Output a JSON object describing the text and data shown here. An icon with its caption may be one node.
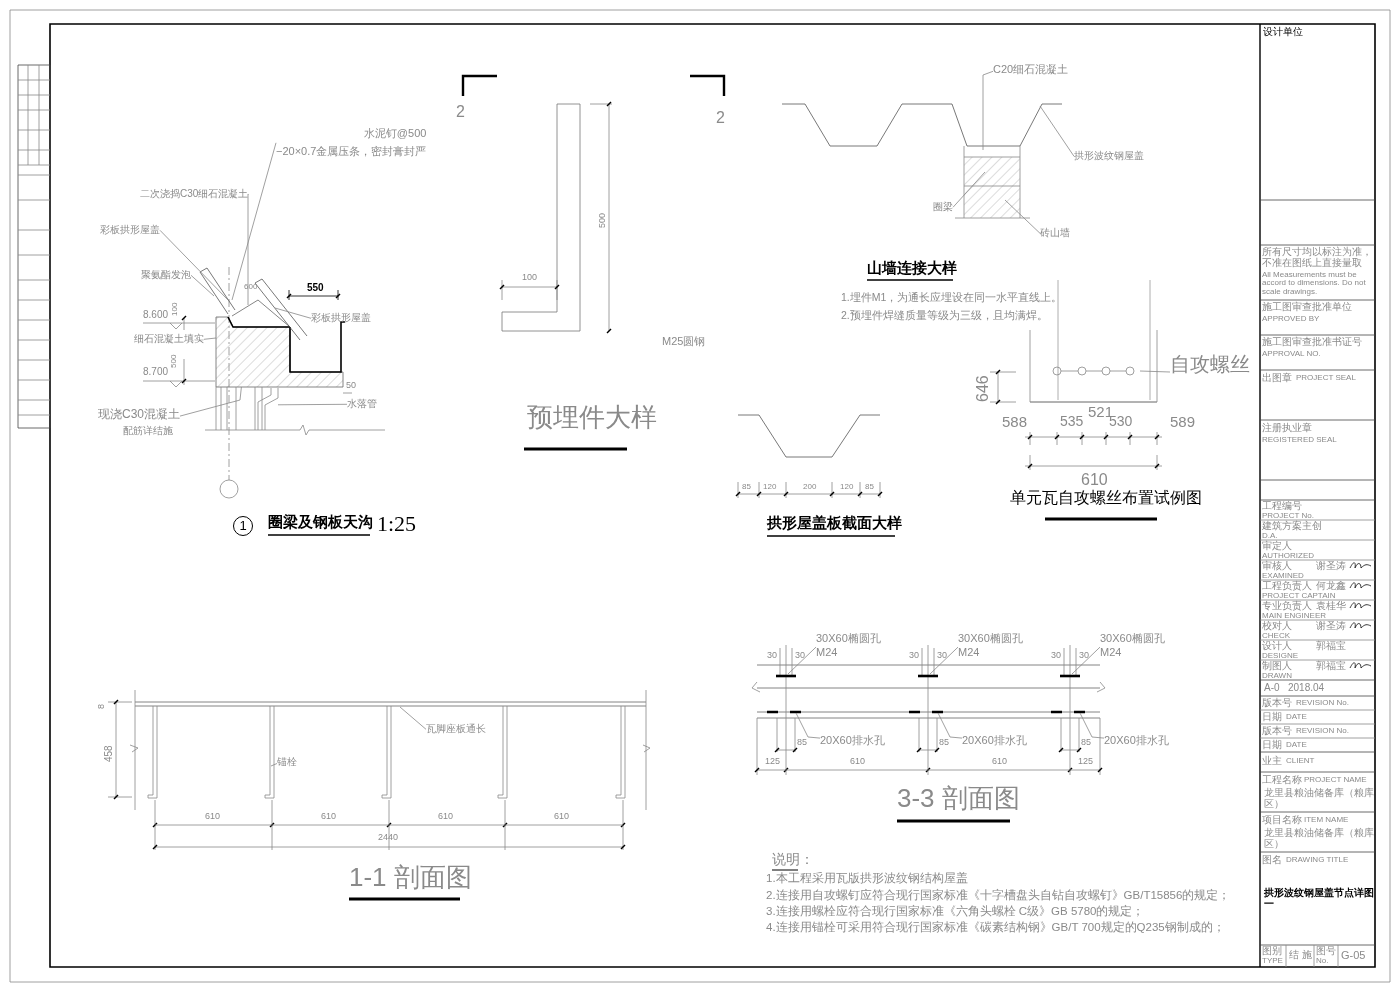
{
  "diagram": {
    "nodes": [
      {
        "text": [
          "水泥钉@500",
          "−20×0.7金属压条，密封膏封严"
        ]
      },
      {
        "text": [
          "二次浇捣C30细石混凝土"
        ]
      },
      {
        "text": [
          "彩板拱形屋盖"
        ]
      },
      {
        "text": [
          "聚氨酯发泡"
        ]
      },
      {
        "text": [
          "细石混凝土填实"
        ]
      },
      {
        "text": [
          "彩板拱形屋盖"
        ]
      },
      {
        "text": [
          "水落管"
        ]
      },
      {
        "text": [
          "现浇C30混凝土",
          "配筋详结施"
        ]
      },
      {
        "text": [
          "C20细石混凝土"
        ]
      },
      {
        "text": [
          "拱形波纹钢屋盖"
        ]
      },
      {
        "text": [
          "圈梁"
        ]
      },
      {
        "text": [
          "砖山墙"
        ]
      },
      {
        "text": [
          "自攻螺丝"
        ]
      },
      {
        "text": [
          "瓦脚座板通长"
        ]
      },
      {
        "text": [
          "锚栓"
        ]
      },
      {
        "text": [
          "30X60椭圆孔",
          "M24"
        ]
      },
      {
        "text": [
          "30X60椭圆孔",
          "M24"
        ]
      },
      {
        "text": [
          "30X60椭圆孔",
          "M24"
        ]
      },
      {
        "text": [
          "20X60排水孔"
        ]
      },
      {
        "text": [
          "20X60排水孔"
        ]
      },
      {
        "text": [
          "20X60排水孔"
        ]
      },
      {
        "text": [],
        "shape": "picture"
      },
      {
        "text": [],
        "shape": "picture"
      }
    ],
    "edges": [
      {
        "from": 0,
        "to": null,
        "arrow": "none"
      },
      {
        "from": 1,
        "to": null,
        "arrow": "none"
      },
      {
        "from": 2,
        "to": null,
        "arrow": "none"
      },
      {
        "from": 3,
        "to": null,
        "arrow": "none"
      },
      {
        "from": 4,
        "to": 21,
        "arrow": "none"
      },
      {
        "from": 5,
        "to": null,
        "arrow": "none"
      },
      {
        "from": 6,
        "to": 22,
        "arrow": "none"
      },
      {
        "from": 7,
        "to": 21,
        "arrow": "none"
      },
      {
        "from": 8,
        "to": null,
        "arrow": "none"
      },
      {
        "from": 9,
        "to": null,
        "arrow": "none"
      },
      {
        "from": 10,
        "to": null,
        "arrow": "none"
      },
      {
        "from": 11,
        "to": null,
        "arrow": "none"
      },
      {
        "from": 12,
        "to": null,
        "arrow": "none"
      },
      {
        "from": 13,
        "to": null,
        "arrow": "none"
      },
      {
        "from": 14,
        "to": null,
        "arrow": "none"
      },
      {
        "from": 15,
        "to": null,
        "arrow": "none"
      },
      {
        "from": 16,
        "to": null,
        "arrow": "none"
      },
      {
        "from": 17,
        "to": null,
        "arrow": "none"
      },
      {
        "from": 18,
        "to": null,
        "arrow": "none"
      },
      {
        "from": 19,
        "to": null,
        "arrow": "none"
      },
      {
        "from": 20,
        "to": null,
        "arrow": "none"
      }
    ],
    "labels": [
      "550",
      "600",
      "100",
      "8.600",
      "500",
      "8.700",
      "50",
      "1",
      "圈梁及钢板天沟",
      "1:25",
      "2",
      "2",
      "500",
      "100",
      "M25圆钢",
      "预埋件大样",
      "山墙连接大样",
      "1.埋件M1，为通长应埋设在同一水平直线上。",
      "2.预埋件焊缝质量等级为三级，且均满焊。",
      "646",
      "521",
      "588",
      "535",
      "530",
      "589",
      "610",
      "单元瓦自攻螺丝布置试例图",
      "85",
      "120",
      "200",
      "120",
      "85",
      "拱形屋盖板截面大样",
      "8",
      "458",
      "610",
      "610",
      "610",
      "610",
      "2440",
      "1-1 剖面图",
      "30",
      "30",
      "30",
      "30",
      "30",
      "30",
      "85",
      "85",
      "85",
      "125",
      "610",
      "610",
      "125",
      "3-3 剖面图",
      "说明：",
      "1.本工程采用瓦版拱形波纹钢结构屋盖",
      "2.连接用自攻螺钉应符合现行国家标准《十字槽盘头自钻自攻螺钉》GB/T15856的规定；",
      "3.连接用螺栓应符合现行国家标准《六角头螺栓 C级》GB 5780的规定；",
      "4.连接用锚栓可采用符合现行国家标准《碳素结构钢》GB/T 700规定的Q235钢制成的；",
      "设计单位",
      "所有尺寸均以标注为准，不准在图纸上直接量取",
      "All Measurements must be accord to dimensions. Do not scale drawings.",
      "施工图审查批准单位",
      "APPROVED BY",
      "施工图审查批准书证号",
      "APPROVAL NO.",
      "出图章",
      "PROJECT SEAL",
      "注册执业章",
      "REGISTERED SEAL",
      "工程编号",
      "PROJECT No.",
      "建筑方案主创",
      "D.A.",
      "审定人",
      "AUTHORIZED",
      "审核人",
      "EXAMINED",
      "谢圣涛",
      "工程负责人",
      "PROJECT CAPTAIN",
      "何龙鑫",
      "专业负责人",
      "MAIN ENGINEER",
      "袁桂华",
      "校对人",
      "CHECK",
      "谢圣涛",
      "设计人",
      "DESIGNE",
      "郭福宝",
      "制图人",
      "DRAWN",
      "郭福宝",
      "A-0",
      "2018.04",
      "版本号",
      "REVISION No.",
      "日期",
      "DATE",
      "版本号",
      "REVISION No.",
      "日期",
      "DATE",
      "业主",
      "CLIENT",
      "工程名称",
      "PROJECT NAME",
      "龙里县粮油储备库（粮库区）",
      "项目名称",
      "ITEM NAME",
      "龙里县粮油储备库（粮库区）",
      "图名",
      "DRAWING TITLE",
      "拱形波纹钢屋盖节点详图一",
      "图别",
      "TYPE",
      "结 施",
      "图号",
      "No.",
      "G-05"
    ]
  }
}
